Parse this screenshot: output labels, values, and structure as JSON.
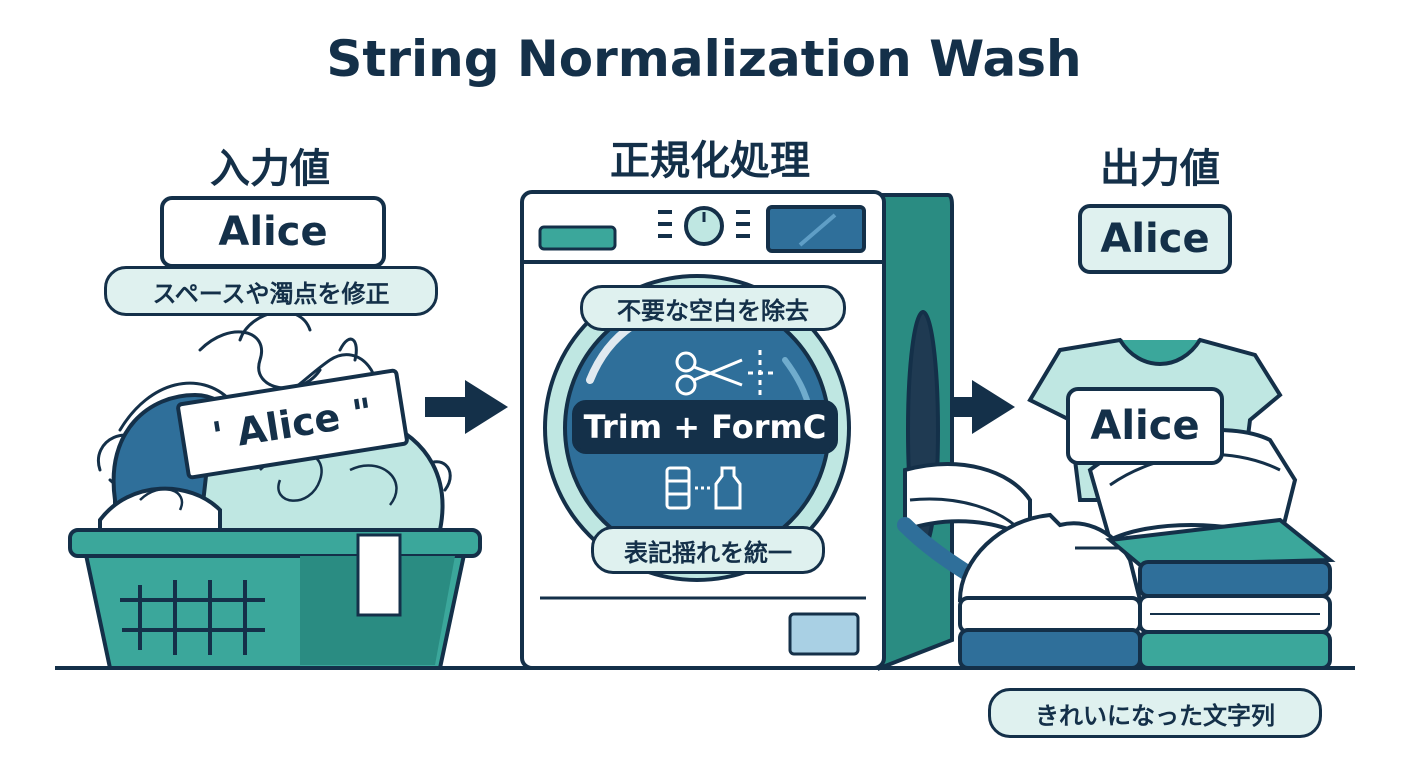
{
  "title": "String Normalization Wash",
  "input": {
    "heading": "入力値",
    "value": "Alice",
    "note": "スペースや濁点を修正",
    "messy_label": "' Alice \""
  },
  "process": {
    "heading": "正規化処理",
    "step_top": "不要な空白を除去",
    "operation": "Trim + FormC",
    "step_bottom": "表記揺れを統一"
  },
  "output": {
    "heading": "出力値",
    "value": "Alice",
    "shirt_label": "Alice",
    "note": "きれいになった文字列"
  },
  "colors": {
    "ink": "#143049",
    "teal": "#3ba79b",
    "light_teal": "#bfe7e2",
    "blue": "#2f6f9a"
  },
  "icons": [
    "arrow-right-icon",
    "scissors-icon",
    "bottle-icon",
    "basket-icon",
    "washing-machine-icon",
    "clothes-stack-icon"
  ]
}
